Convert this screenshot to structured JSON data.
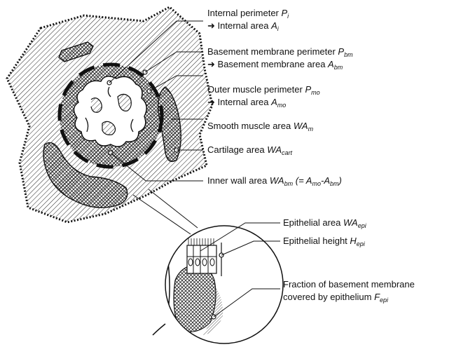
{
  "labels": {
    "internal_perimeter": {
      "text": "Internal perimeter ",
      "sym": "P",
      "sub": "i"
    },
    "internal_area": {
      "arrow": "➜",
      "text": " Internal area ",
      "sym": "A",
      "sub": "i"
    },
    "bm_perimeter": {
      "text": "Basement membrane perimeter ",
      "sym": "P",
      "sub": "bm"
    },
    "bm_area": {
      "arrow": "➜",
      "text": " Basement membrane area ",
      "sym": "A",
      "sub": "bm"
    },
    "outer_muscle_perimeter": {
      "text": "Outer muscle perimeter ",
      "sym": "P",
      "sub": "mo"
    },
    "internal_area_mo": {
      "arrow": "➜",
      "text": " Internal area ",
      "sym": "A",
      "sub": "mo"
    },
    "smooth_muscle_area": {
      "text": "Smooth muscle area ",
      "sym": "WA",
      "sub": "m"
    },
    "cartilage_area": {
      "text": "Cartilage area ",
      "sym": "WA",
      "sub": "cart"
    },
    "inner_wall_area": {
      "text": "Inner wall area ",
      "sym": "WA",
      "sub": "bm",
      "formula_open": " (= ",
      "sym2": "A",
      "sub2": "mo",
      "dash": "-",
      "sym3": "A",
      "sub3": "bm",
      "formula_close": ")"
    },
    "epithelial_area": {
      "text": "Epithelial area ",
      "sym": "WA",
      "sub": "epi"
    },
    "epithelial_height": {
      "text": "Epithelial height ",
      "sym": "H",
      "sub": "epi"
    },
    "fraction_line1": {
      "text": "Fraction of basement membrane"
    },
    "fraction_line2": {
      "text": "covered by epithelium ",
      "sym": "F",
      "sub": "epi"
    }
  },
  "colors": {
    "ink": "#111111",
    "background": "#ffffff"
  }
}
